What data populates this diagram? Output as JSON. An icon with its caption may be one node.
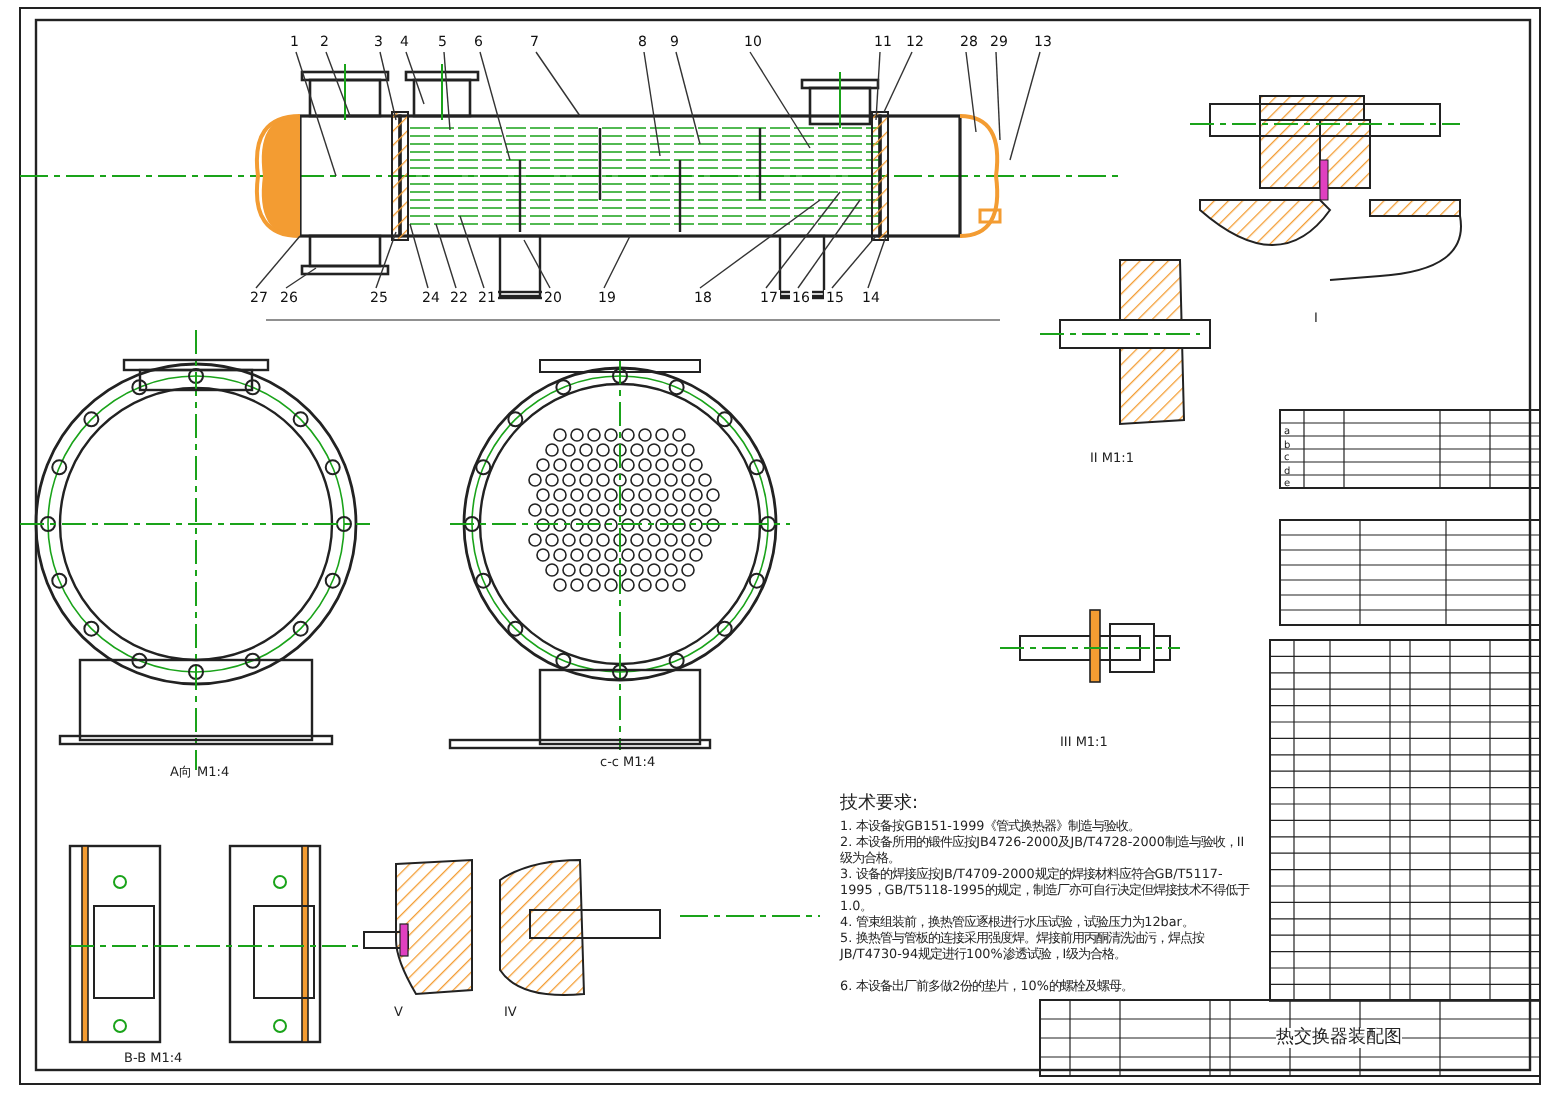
{
  "diagram": {
    "title": "热交换器装配图",
    "nodes": [
      {
        "text": [
          "1"
        ]
      },
      {
        "text": [
          "2"
        ]
      },
      {
        "text": [
          "3"
        ]
      },
      {
        "text": [
          "4"
        ]
      },
      {
        "text": [
          "5"
        ]
      },
      {
        "text": [
          "6"
        ]
      },
      {
        "text": [
          "7"
        ]
      },
      {
        "text": [
          "8"
        ]
      },
      {
        "text": [
          "9"
        ]
      },
      {
        "text": [
          "10"
        ]
      },
      {
        "text": [
          "11"
        ]
      },
      {
        "text": [
          "12"
        ]
      },
      {
        "text": [
          "28"
        ]
      },
      {
        "text": [
          "29"
        ]
      },
      {
        "text": [
          "13"
        ]
      },
      {
        "text": [
          "27"
        ]
      },
      {
        "text": [
          "26"
        ]
      },
      {
        "text": [
          "25"
        ]
      },
      {
        "text": [
          "24"
        ]
      },
      {
        "text": [
          "22"
        ]
      },
      {
        "text": [
          "21"
        ]
      },
      {
        "text": [
          "20"
        ]
      },
      {
        "text": [
          "19"
        ]
      },
      {
        "text": [
          "18"
        ]
      },
      {
        "text": [
          "17"
        ]
      },
      {
        "text": [
          "16"
        ]
      },
      {
        "text": [
          "15"
        ]
      },
      {
        "text": [
          "14"
        ]
      }
    ],
    "edges": [
      {
        "from": 0,
        "to": null,
        "arrow": "none"
      },
      {
        "from": 1,
        "to": null,
        "arrow": "none"
      },
      {
        "from": 2,
        "to": null,
        "arrow": "none"
      },
      {
        "from": 3,
        "to": null,
        "arrow": "none"
      },
      {
        "from": 4,
        "to": null,
        "arrow": "none"
      },
      {
        "from": 5,
        "to": null,
        "arrow": "none"
      },
      {
        "from": 6,
        "to": null,
        "arrow": "none"
      },
      {
        "from": 7,
        "to": null,
        "arrow": "none"
      },
      {
        "from": 8,
        "to": null,
        "arrow": "none"
      },
      {
        "from": 9,
        "to": null,
        "arrow": "none"
      },
      {
        "from": 10,
        "to": null,
        "arrow": "none"
      },
      {
        "from": 11,
        "to": null,
        "arrow": "none"
      },
      {
        "from": 12,
        "to": null,
        "arrow": "none"
      },
      {
        "from": 13,
        "to": null,
        "arrow": "none"
      },
      {
        "from": 14,
        "to": null,
        "arrow": "none"
      },
      {
        "from": 15,
        "to": null,
        "arrow": "none"
      },
      {
        "from": 16,
        "to": null,
        "arrow": "none"
      },
      {
        "from": 17,
        "to": null,
        "arrow": "none"
      },
      {
        "from": 18,
        "to": null,
        "arrow": "none"
      },
      {
        "from": 19,
        "to": null,
        "arrow": "none"
      },
      {
        "from": 20,
        "to": null,
        "arrow": "none"
      },
      {
        "from": 21,
        "to": null,
        "arrow": "none"
      },
      {
        "from": 22,
        "to": null,
        "arrow": "none"
      },
      {
        "from": 23,
        "to": null,
        "arrow": "none"
      },
      {
        "from": 24,
        "to": null,
        "arrow": "none"
      },
      {
        "from": 25,
        "to": null,
        "arrow": "none"
      },
      {
        "from": 26,
        "to": null,
        "arrow": "none"
      },
      {
        "from": 27,
        "to": null,
        "arrow": "none"
      }
    ],
    "labels": [
      "A向 M1:4",
      "c-c M1:4",
      "I",
      "II M1:1",
      "III M1:1",
      "B-B M1:4",
      "V",
      "IV",
      "a",
      "b",
      "c",
      "d",
      "e",
      "技术要求:",
      "1. 本设备按GB151-1999《管式换热器》制造与验收。",
      "2. 本设备所用的锻件应按JB4726-2000及JB/T4728-2000制造与验收，II级为合格。",
      "3. 设备的焊接应按JB/T4709-2000规定的焊接材料应符合GB/T5117-1995，GB/T5118-1995的规定，制造厂亦可自行决定但焊接技术不得低于1.0。",
      "4. 管束组装前，换热管应逐根进行水压试验，试验压力为12bar。",
      "5. 换热管与管板的连接采用强度焊。焊接前用丙酮清洗油污，焊点按JB/T4730-94规定进行100%渗透试验，I级为合格。",
      "6. 本设备出厂前多做2份的垫片，10%的螺栓及螺母。"
    ]
  }
}
